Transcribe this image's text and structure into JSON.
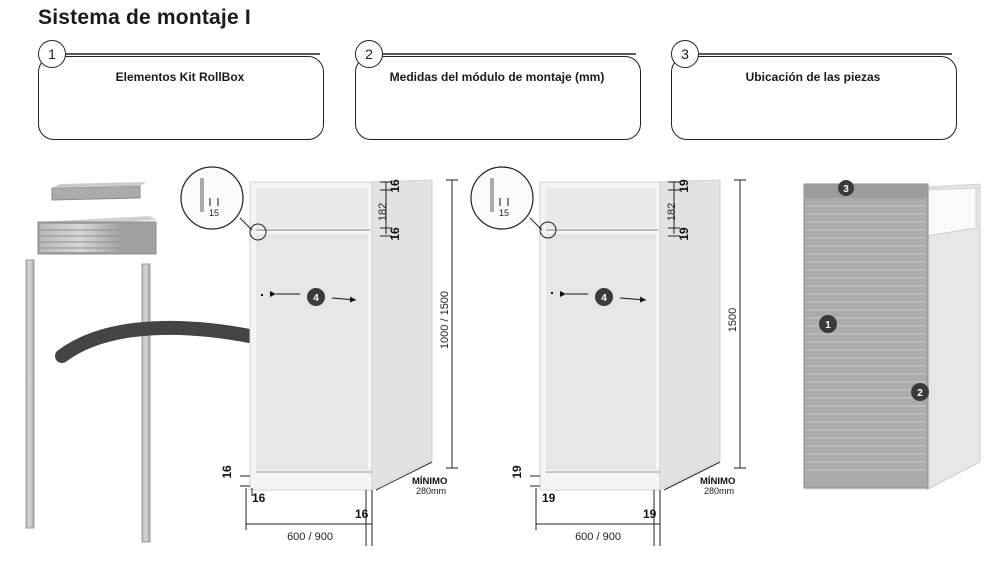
{
  "title": "Sistema de montaje I",
  "steps": [
    {
      "number": "1",
      "label": "Elementos Kit RollBox"
    },
    {
      "number": "2",
      "label": "Medidas del módulo de montaje (mm)"
    },
    {
      "number": "3",
      "label": "Ubicación de las piezas"
    }
  ],
  "diagram": {
    "cab_a": {
      "detail_value": "15",
      "top_thickness": "16",
      "shelf_gap": "182",
      "shelf_thickness": "16",
      "height": "1000 / 1500",
      "bottom_thickness": "16",
      "side_left": "16",
      "side_right": "16",
      "width": "600 / 900",
      "min_label": "MÍNIMO",
      "min_depth": "280mm",
      "marker": "4"
    },
    "cab_b": {
      "detail_value": "15",
      "top_thickness": "19",
      "shelf_gap": "182",
      "shelf_thickness": "19",
      "height": "1500",
      "bottom_thickness": "19",
      "side_left": "19",
      "side_right": "19",
      "width": "600 / 900",
      "min_label": "MÍNIMO",
      "min_depth": "280mm",
      "marker": "4"
    },
    "assembled": {
      "marker_top": "3",
      "marker_shutter": "1",
      "marker_side": "2"
    }
  }
}
